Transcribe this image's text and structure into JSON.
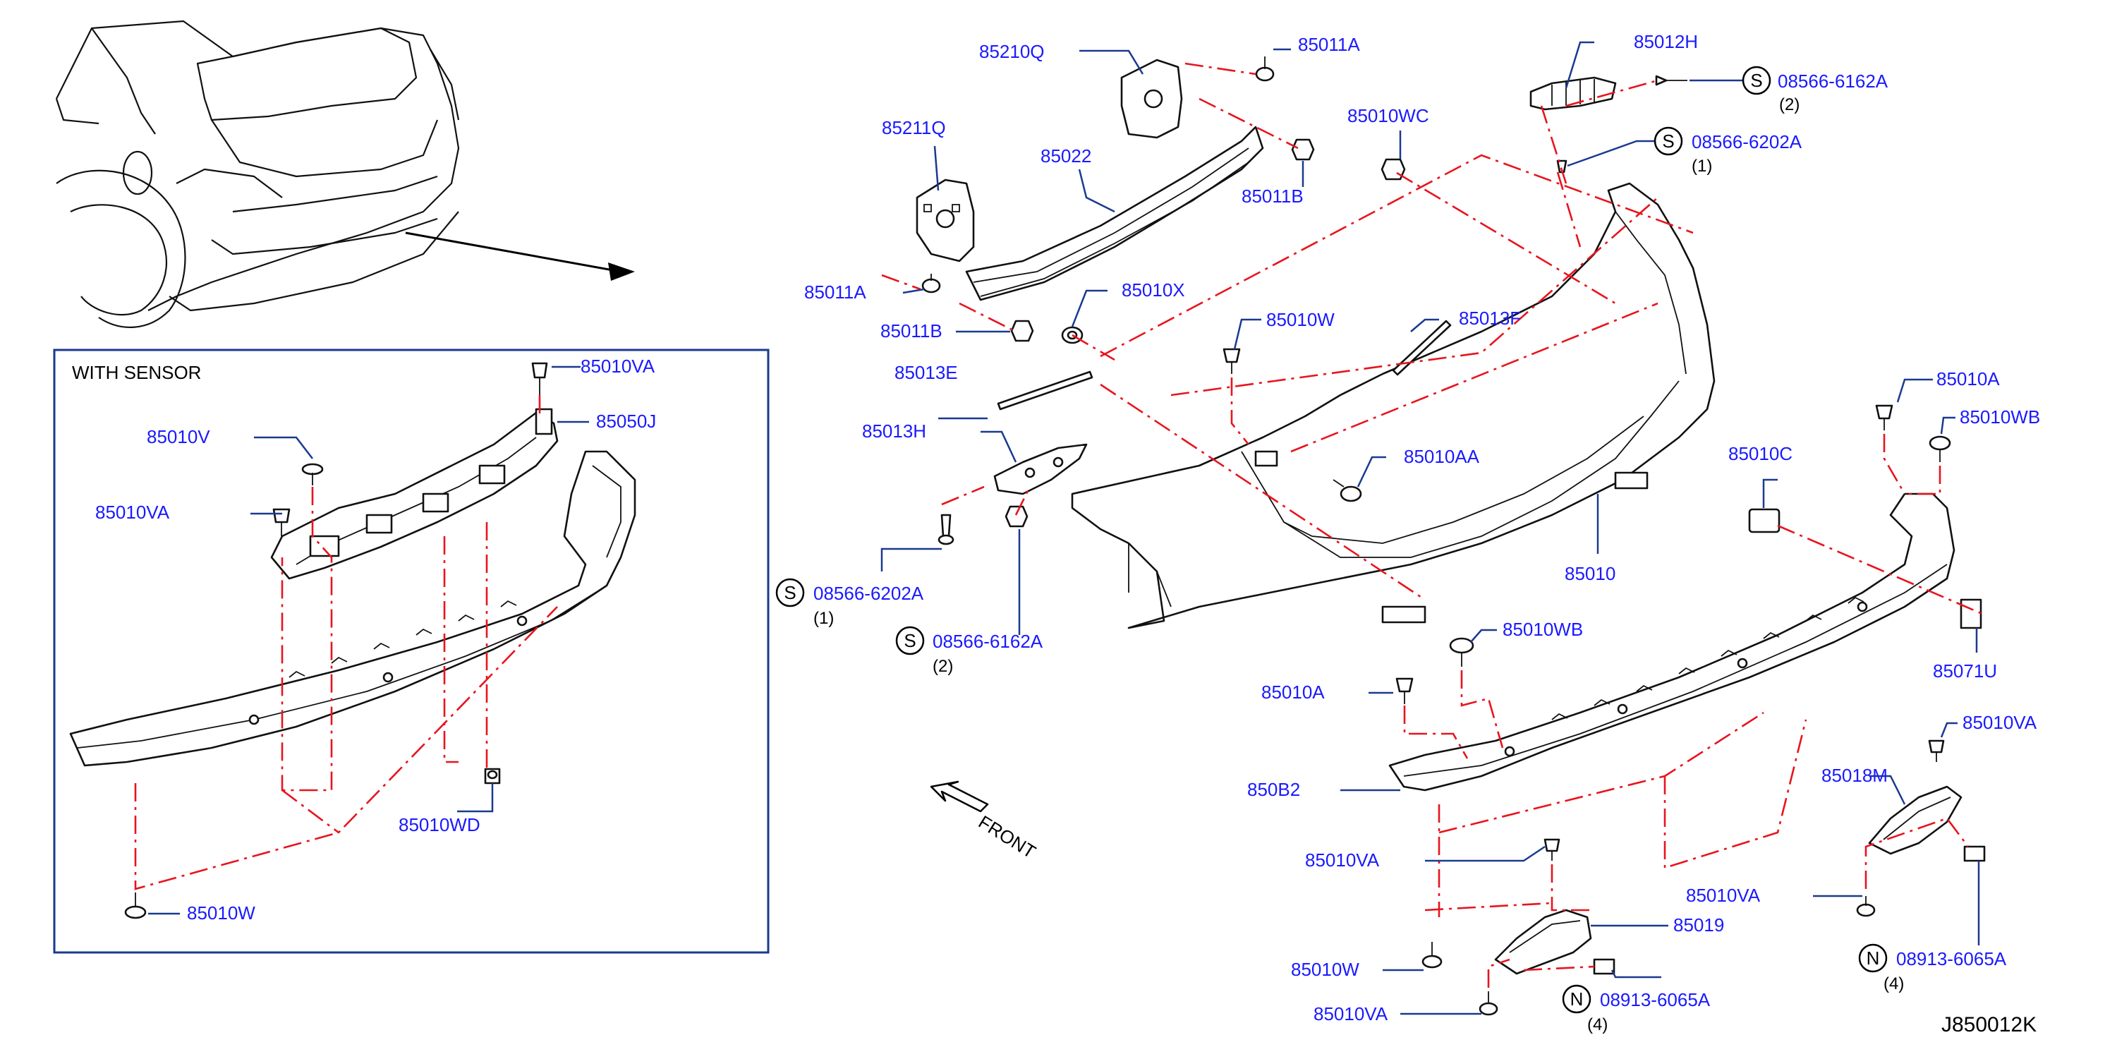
{
  "diagram_id": "J850012K",
  "inset": {
    "title": "WITH   SENSOR"
  },
  "front_label": "FRONT",
  "labels": {
    "p85210Q": "85210Q",
    "p85011A_top": "85011A",
    "p85012H": "85012H",
    "s08566_6162A_top": "08566-6162A",
    "s08566_6162A_top_qty": "(2)",
    "s08566_6202A_top": "08566-6202A",
    "s08566_6202A_top_qty": "(1)",
    "p85211Q": "85211Q",
    "p85022": "85022",
    "p85010WC": "85010WC",
    "p85011B_top": "85011B",
    "p85011A_left": "85011A",
    "p85010X": "85010X",
    "p85011B_left": "85011B",
    "p85010W_mid": "85010W",
    "p85013F": "85013F",
    "p85013E": "85013E",
    "p85013H": "85013H",
    "p85010AA": "85010AA",
    "s08566_6202A_left": "08566-6202A",
    "s08566_6202A_left_qty": "(1)",
    "s08566_6162A_left": "08566-6162A",
    "s08566_6162A_left_qty": "(2)",
    "p85010": "85010",
    "p85010A_right": "85010A",
    "p85010WB_right": "85010WB",
    "p85010C": "85010C",
    "p85071U": "85071U",
    "p85010WB_mid": "85010WB",
    "p85010A_mid": "85010A",
    "p850B2": "850B2",
    "p85010VA_right": "85010VA",
    "p85018M": "85018M",
    "p85010VA_mid": "85010VA",
    "p85010VA_mid2": "85010VA",
    "p85019": "85019",
    "p85010W_bot": "85010W",
    "n08913_6065A_mid": "08913-6065A",
    "n08913_6065A_mid_qty": "(4)",
    "p85010VA_bot": "85010VA",
    "n08913_6065A_right": "08913-6065A",
    "n08913_6065A_right_qty": "(4)",
    "inset_85010VA_top": "85010VA",
    "inset_85050J": "85050J",
    "inset_85010V": "85010V",
    "inset_85010VA_left": "85010VA",
    "inset_85010WD": "85010WD",
    "inset_85010W": "85010W"
  },
  "symbols": {
    "screw": "S",
    "nut": "N"
  }
}
